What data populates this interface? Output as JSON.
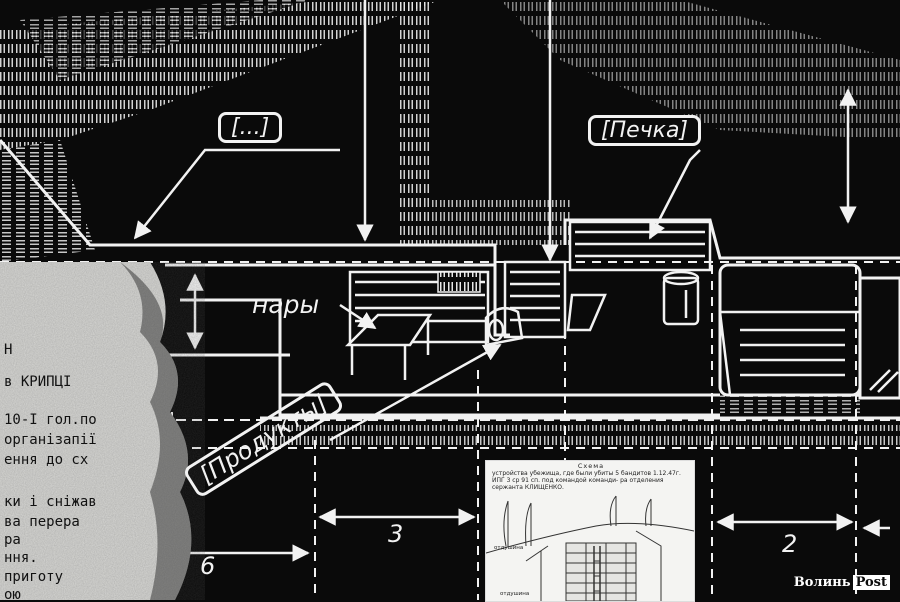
{
  "labels": {
    "dots": "[...]",
    "stove": "[Печка]",
    "bunks": "нары",
    "products": "[Продукты]"
  },
  "dimensions": [
    "6",
    "3",
    "2"
  ],
  "document_lines": [
    "Н",
    "в  КРИПЦІ",
    "10-І гол.по",
    "організапії",
    "ення до сх",
    "ки і сніжав",
    "ва перера",
    "ння.",
    "приготу",
    "ою",
    "ра"
  ],
  "inset": {
    "title": "Схема",
    "caption": "устройства убежища, где были убиты 5 бандитов 1.12.47г. ИПГ 3 ср 91 сп. под командой команди- ра отделения сержанта КЛИЩЕНКО.",
    "vent_label_1": "отдушина",
    "vent_label_2": "отдушина"
  },
  "logo": {
    "name": "Волинь",
    "suffix": "Post"
  },
  "colors": {
    "background": "#0a0a0a",
    "chalk": "#f2f2f2",
    "paper": "#f4f4f2"
  }
}
